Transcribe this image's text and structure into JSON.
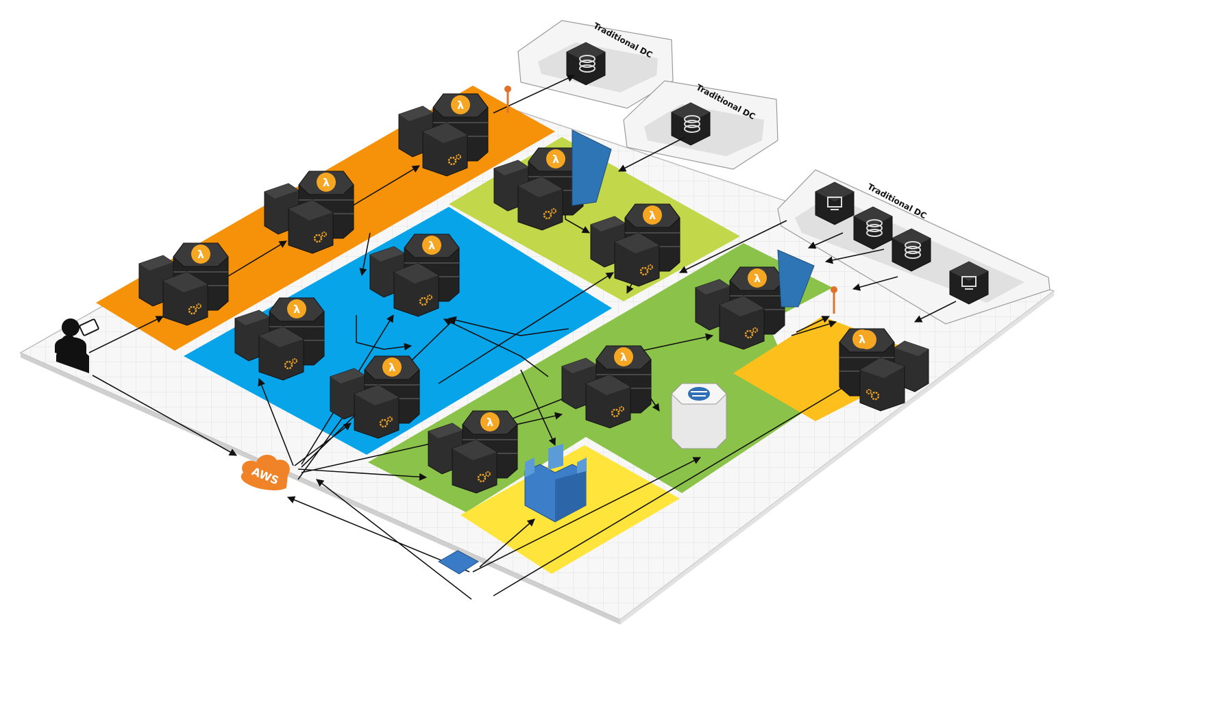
{
  "diagram": {
    "data_centers": [
      {
        "label": "Traditional DC",
        "devices": [
          "database-icon"
        ]
      },
      {
        "label": "Traditional DC",
        "devices": [
          "database-icon"
        ]
      },
      {
        "label": "Traditional DC",
        "devices": [
          "server-icon",
          "database-icon",
          "database-icon",
          "server-icon"
        ]
      }
    ],
    "cloud": {
      "label": "AWS"
    },
    "zones": [
      {
        "name": "orange-zone",
        "color": "#f5920a"
      },
      {
        "name": "blue-zone",
        "color": "#08a4ea"
      },
      {
        "name": "lime-zone",
        "color": "#c2d84a"
      },
      {
        "name": "green-zone",
        "color": "#8bc34a"
      },
      {
        "name": "yellow-zone",
        "color": "#ffe53b"
      },
      {
        "name": "amber-zone",
        "color": "#fdbf1c"
      }
    ],
    "icons": {
      "lambda": "lambda-icon",
      "gear": "gear-icon",
      "user": "user-icon",
      "mobile": "mobile-icon",
      "cloud": "aws-cloud-icon",
      "castle": "castle-icon",
      "chip": "iot-chip-icon",
      "storage": "storage-cylinder-icon",
      "pin": "pin-icon"
    }
  }
}
